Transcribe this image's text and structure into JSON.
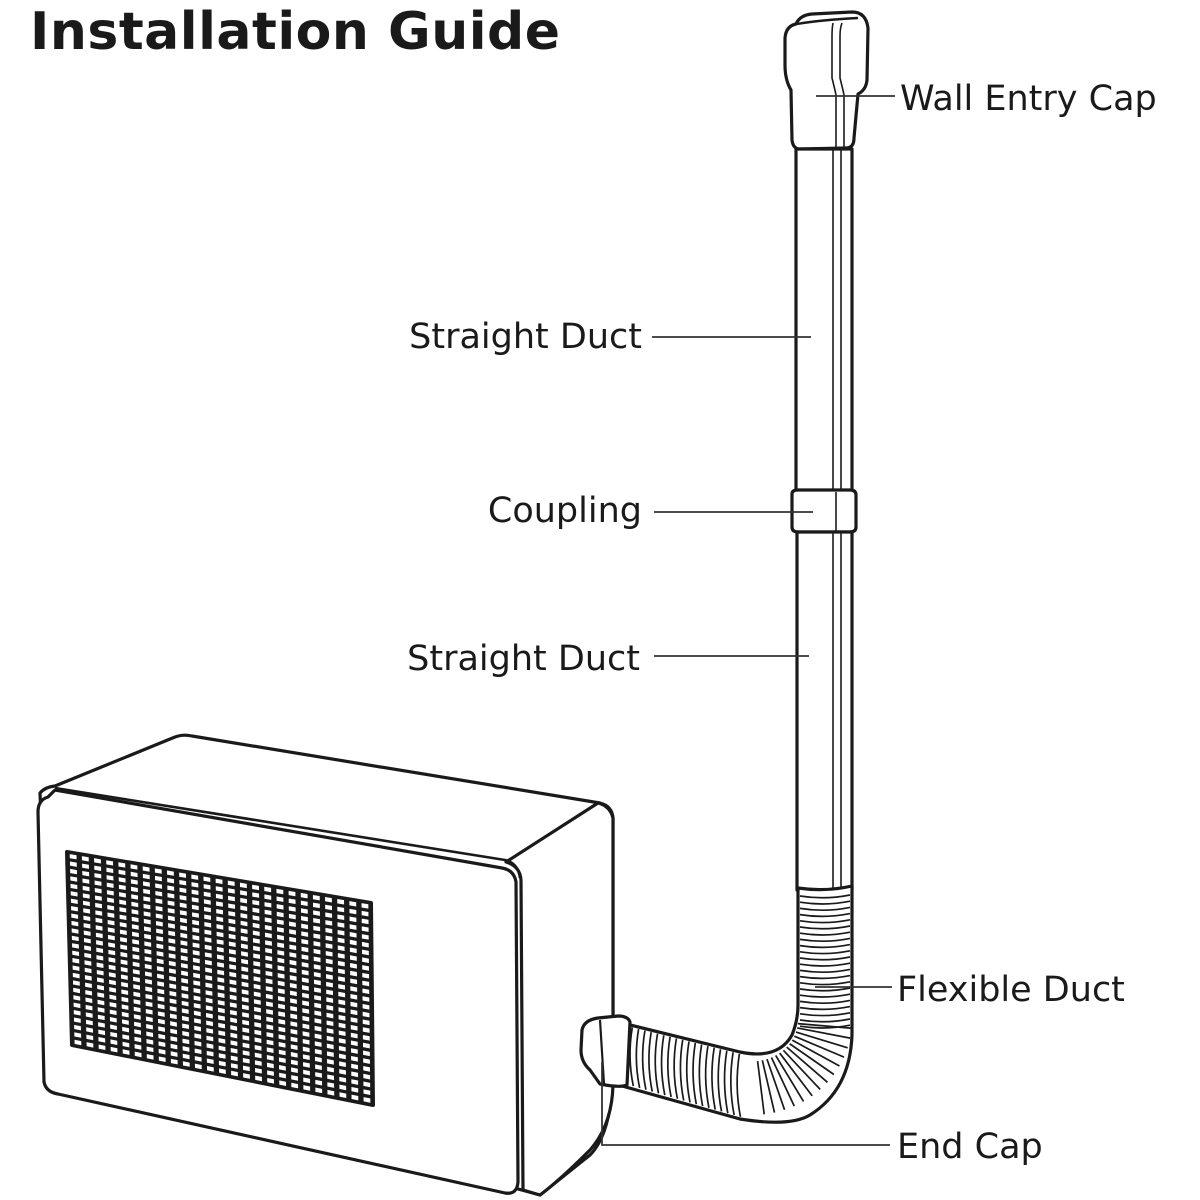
{
  "title": "Installation Guide",
  "colors": {
    "line": "#1a1a1a",
    "background": "#ffffff"
  },
  "labels": {
    "wall_entry_cap": "Wall Entry Cap",
    "straight_duct_upper": "Straight Duct",
    "coupling": "Coupling",
    "straight_duct_lower": "Straight Duct",
    "flexible_duct": "Flexible Duct",
    "end_cap": "End Cap"
  },
  "components": [
    "wall-entry-cap",
    "straight-duct-upper",
    "coupling",
    "straight-duct-lower",
    "flexible-duct",
    "end-cap",
    "outdoor-unit"
  ]
}
